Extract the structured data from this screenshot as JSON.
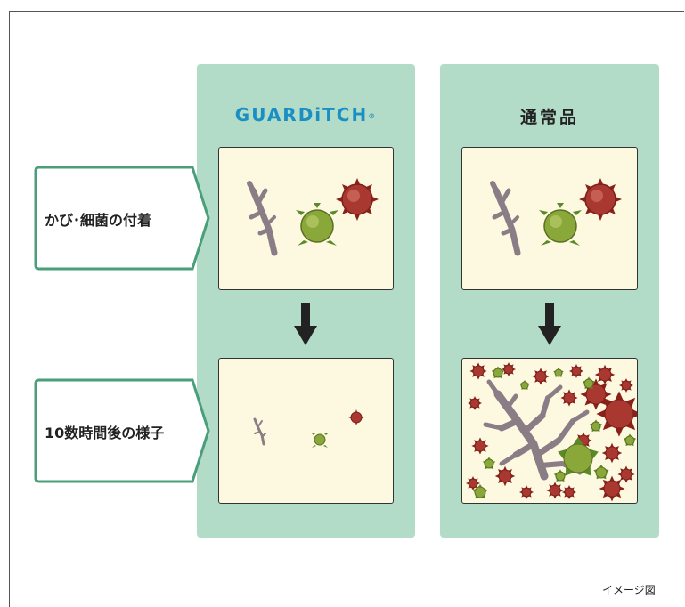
{
  "columns": {
    "left": {
      "brand_text": "GUARDiTCH",
      "brand_mark": "®"
    },
    "right": {
      "title": "通常品"
    }
  },
  "labels": {
    "row1": "かび･細菌の付着",
    "row2": "10数時間後の様子"
  },
  "caption": "イメージ図",
  "icons": {
    "arrow": "down-arrow-icon",
    "mold": "mold-branch-icon",
    "bacteria_red": "red-spiky-bacteria-icon",
    "bacteria_green": "green-bacteria-icon"
  },
  "colors": {
    "column_bg": "#b3dcc8",
    "panel_bg": "#fdf8e0",
    "brand": "#1a8fc4",
    "label_border": "#4a9e7a"
  }
}
